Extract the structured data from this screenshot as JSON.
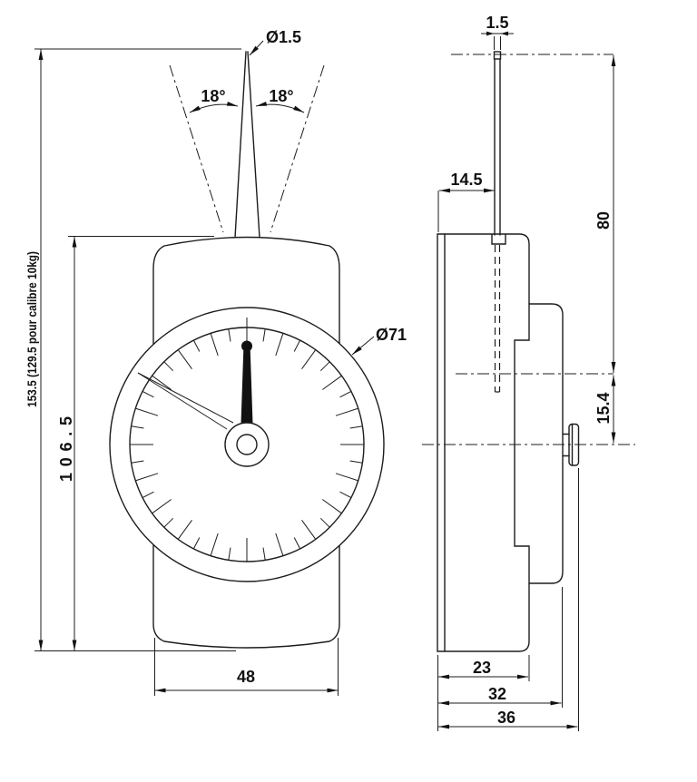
{
  "colors": {
    "line": "#1d1d1d",
    "background": "#ffffff"
  },
  "front_view": {
    "tip_diameter": "Ø1.5",
    "angle_left": "18°",
    "angle_right": "18°",
    "overall_height": "153.5  (129.5 pour calibre  10kg)",
    "body_height": "106.5",
    "dial_diameter": "Ø71",
    "body_width": "48"
  },
  "side_view": {
    "rod_width": "1.5",
    "rod_to_back": "14.5",
    "rod_length": "80",
    "knob_axis_offset": "15.4",
    "body_depth": "23",
    "housing_depth": "32",
    "overall_depth": "36"
  }
}
